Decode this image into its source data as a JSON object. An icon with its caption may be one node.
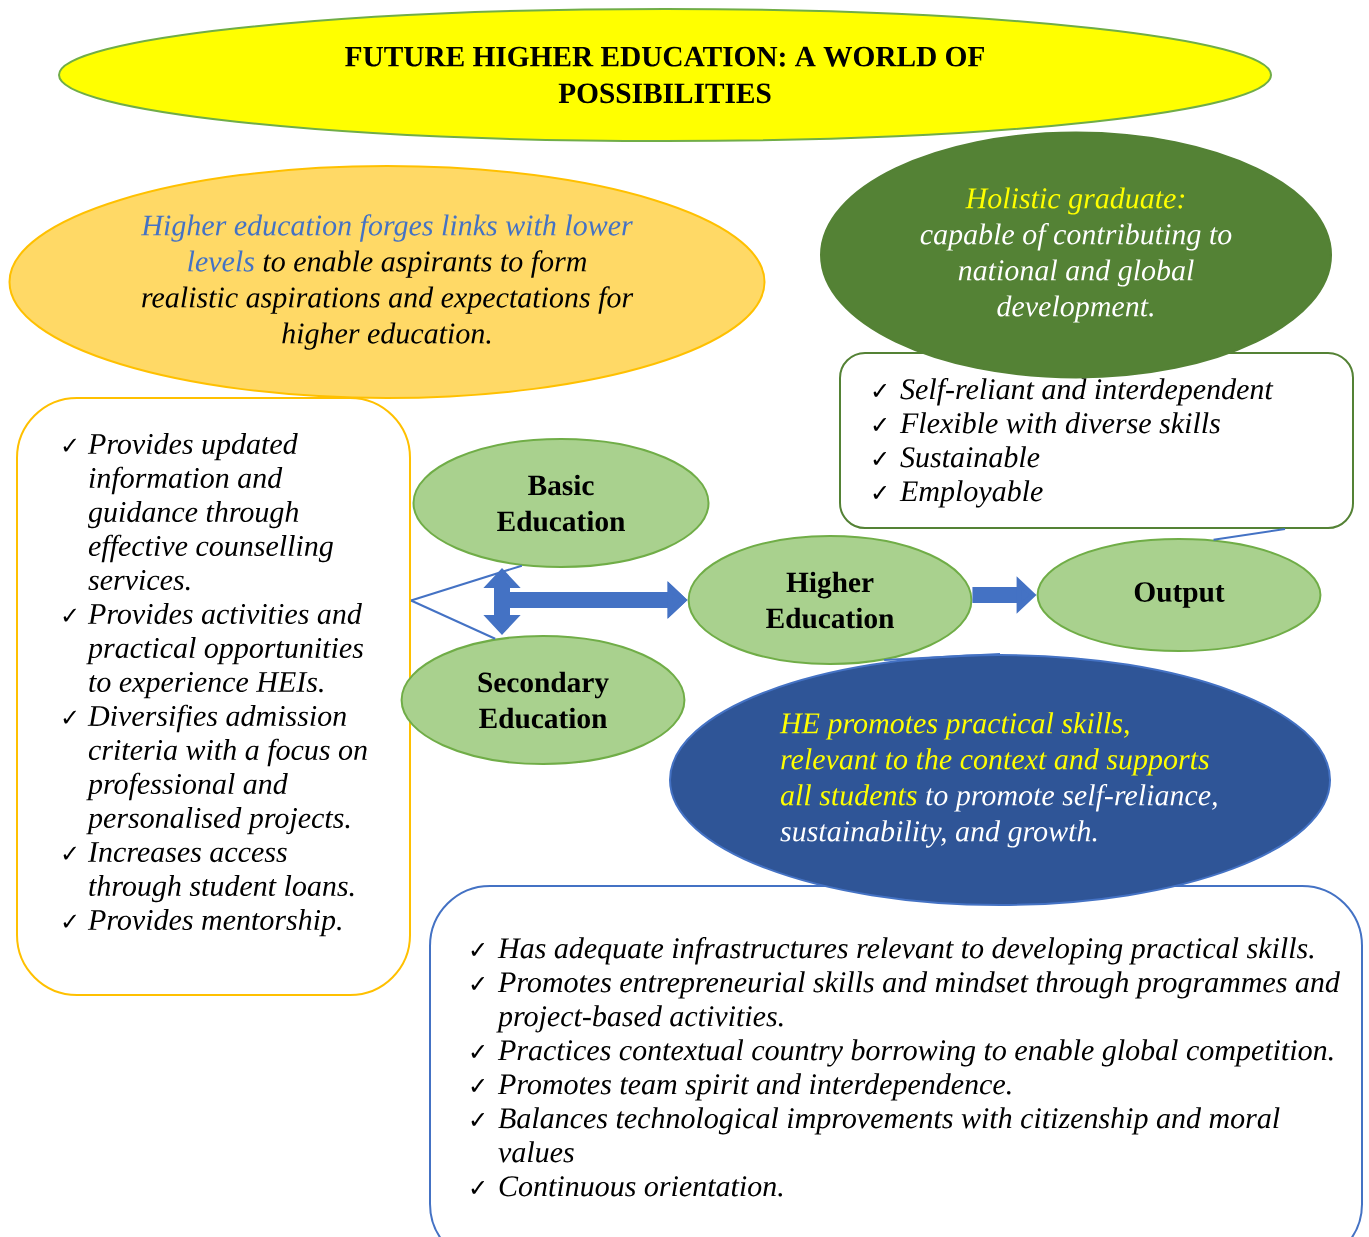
{
  "diagram": {
    "title": "FUTURE HIGHER EDUCATION: A WORLD OF POSSIBILITIES",
    "nodes": [
      {
        "text": [
          "Higher education forges links with lower levels",
          "to enable aspirants to form realistic aspirations and expectations for higher education."
        ]
      },
      {
        "text": [
          "Provides updated information and guidance through effective counselling services.",
          "Provides activities and practical opportunities to experience HEIs.",
          "Diversifies admission criteria with a focus on professional and personalised projects.",
          "Increases access through student loans.",
          "Provides mentorship."
        ]
      },
      {
        "text": [
          "Holistic graduate:",
          "capable of contributing to national and global development."
        ]
      },
      {
        "text": [
          "Self-reliant and interdependent",
          "Flexible with diverse skills",
          "Sustainable",
          "Employable"
        ]
      },
      {
        "text": [
          "Basic Education"
        ]
      },
      {
        "text": [
          "Secondary Education"
        ]
      },
      {
        "text": [
          "Higher Education"
        ]
      },
      {
        "text": [
          "Output"
        ]
      },
      {
        "text": [
          "HE promotes practical skills, relevant to the context and supports all students",
          "to promote self-reliance, sustainability, and growth."
        ]
      },
      {
        "text": [
          "Has adequate infrastructures relevant to developing practical skills.",
          "Promotes entrepreneurial skills and mindset through programmes and project-based activities.",
          "Practices contextual country borrowing to enable global competition.",
          "Promotes team spirit and interdependence.",
          "Balances technological improvements with citizenship and moral values",
          "Continuous orientation."
        ]
      }
    ],
    "edges": [
      {
        "from": 1,
        "to": 4,
        "arrow": "none"
      },
      {
        "from": 1,
        "to": 5,
        "arrow": "none"
      },
      {
        "from": 4,
        "to": 5,
        "arrow": "both",
        "style": "thick"
      },
      {
        "from": 4,
        "to": 6,
        "arrow": "to",
        "style": "thick"
      },
      {
        "from": 5,
        "to": 6,
        "arrow": "to",
        "style": "thick"
      },
      {
        "from": 6,
        "to": 7,
        "arrow": "to",
        "style": "thick"
      },
      {
        "from": 7,
        "to": 3,
        "arrow": "none"
      },
      {
        "from": 6,
        "to": 8,
        "arrow": "none"
      }
    ],
    "labels": [
      "✓",
      "✓",
      "✓",
      "✓",
      "✓",
      "✓",
      "✓",
      "✓",
      "✓",
      "✓",
      "✓",
      "✓",
      "✓",
      "✓",
      "✓"
    ]
  }
}
